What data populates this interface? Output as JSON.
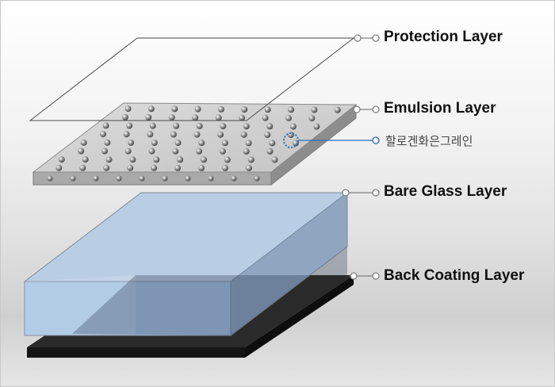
{
  "labels": {
    "protection": "Protection Layer",
    "emulsion": "Emulsion Layer",
    "halide": "할로겐화은그레인",
    "bare_glass": "Bare Glass Layer",
    "back_coating": "Back Coating Layer"
  },
  "colors": {
    "callout_gray": "#808080",
    "callout_blue": "#2a6fb0",
    "glass_top": "#b9cde4",
    "glass_front": "#a6c3e2",
    "glass_side": "#8fa5c0",
    "back_coating": "#2a2a2a",
    "emulsion_top": "#d0d0d0"
  }
}
